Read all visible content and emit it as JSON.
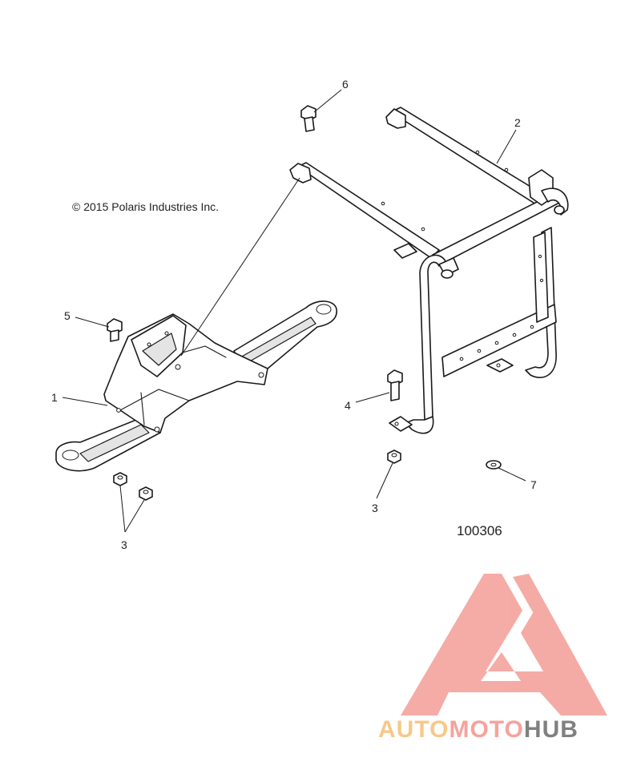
{
  "copyright": "© 2015 Polaris Industries Inc.",
  "figure_number": "100306",
  "callouts": {
    "c1": "1",
    "c2": "2",
    "c3a": "3",
    "c3b": "3",
    "c4": "4",
    "c5": "5",
    "c6": "6",
    "c7": "7"
  },
  "watermark": {
    "part_auto": "AUTO",
    "part_moto": "MOTO",
    "part_hub": "HUB",
    "colors": {
      "logo_red": "#f4a39c",
      "auto": "#f7c88a",
      "moto": "#f4a39c",
      "hub": "#808080"
    }
  }
}
